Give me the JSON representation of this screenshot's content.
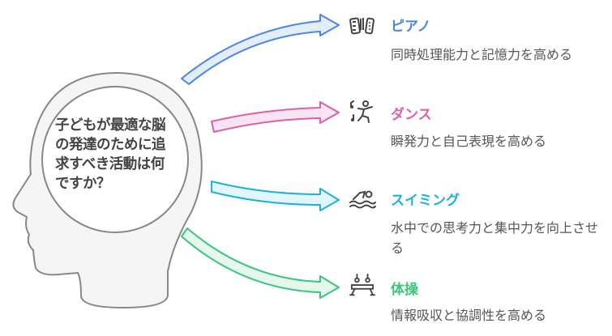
{
  "center": {
    "question": "子どもが最適な脳の発達のために追求すべき活動は何ですか？"
  },
  "colors": {
    "piano": "#4a86e8",
    "dance": "#de5fa8",
    "swimming": "#1fb0e0",
    "gymnastics": "#3cc47c",
    "text": "#555555"
  },
  "items": [
    {
      "title": "ピアノ",
      "description": "同時処理能力と記憶力を高める",
      "icon": "piano-keys-icon"
    },
    {
      "title": "ダンス",
      "description": "瞬発力と自己表現を高める",
      "icon": "dancer-icon"
    },
    {
      "title": "スイミング",
      "description": "水中での思考力と集中力を向上させる",
      "icon": "swimmer-icon"
    },
    {
      "title": "体操",
      "description": "情報吸収と協調性を高める",
      "icon": "gymnastics-rings-icon"
    }
  ]
}
